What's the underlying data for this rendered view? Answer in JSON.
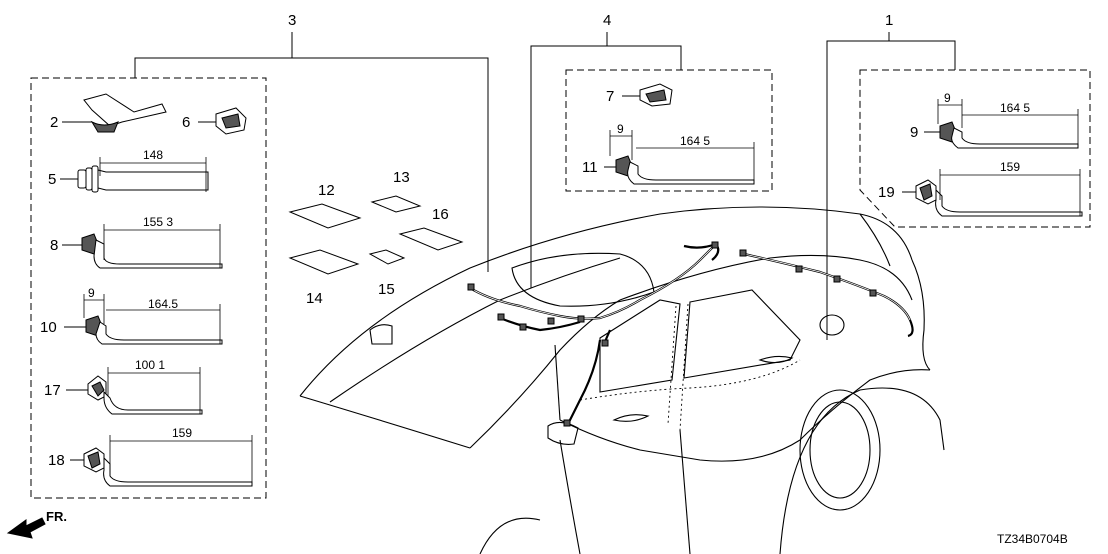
{
  "groups": [
    {
      "callout": "3"
    },
    {
      "callout": "4"
    },
    {
      "callout": "1"
    }
  ],
  "parts": {
    "p2": "2",
    "p6": "6",
    "p5": "5",
    "p8": "8",
    "p10": "10",
    "p17": "17",
    "p18": "18",
    "p12": "12",
    "p13": "13",
    "p16": "16",
    "p14": "14",
    "p15": "15",
    "p7": "7",
    "p11": "11",
    "p9": "9",
    "p19": "19"
  },
  "dimensions": {
    "d5": "148",
    "d8": "155 3",
    "d10a": "9",
    "d10b": "164.5",
    "d17": "100 1",
    "d18": "159",
    "d11a": "9",
    "d11b": "164 5",
    "d9a": "9",
    "d9b": "164 5",
    "d19": "159"
  },
  "front_indicator": "FR.",
  "diagram_code": "TZ34B0704B",
  "icons": {
    "front_arrow": "arrow-left-icon"
  }
}
